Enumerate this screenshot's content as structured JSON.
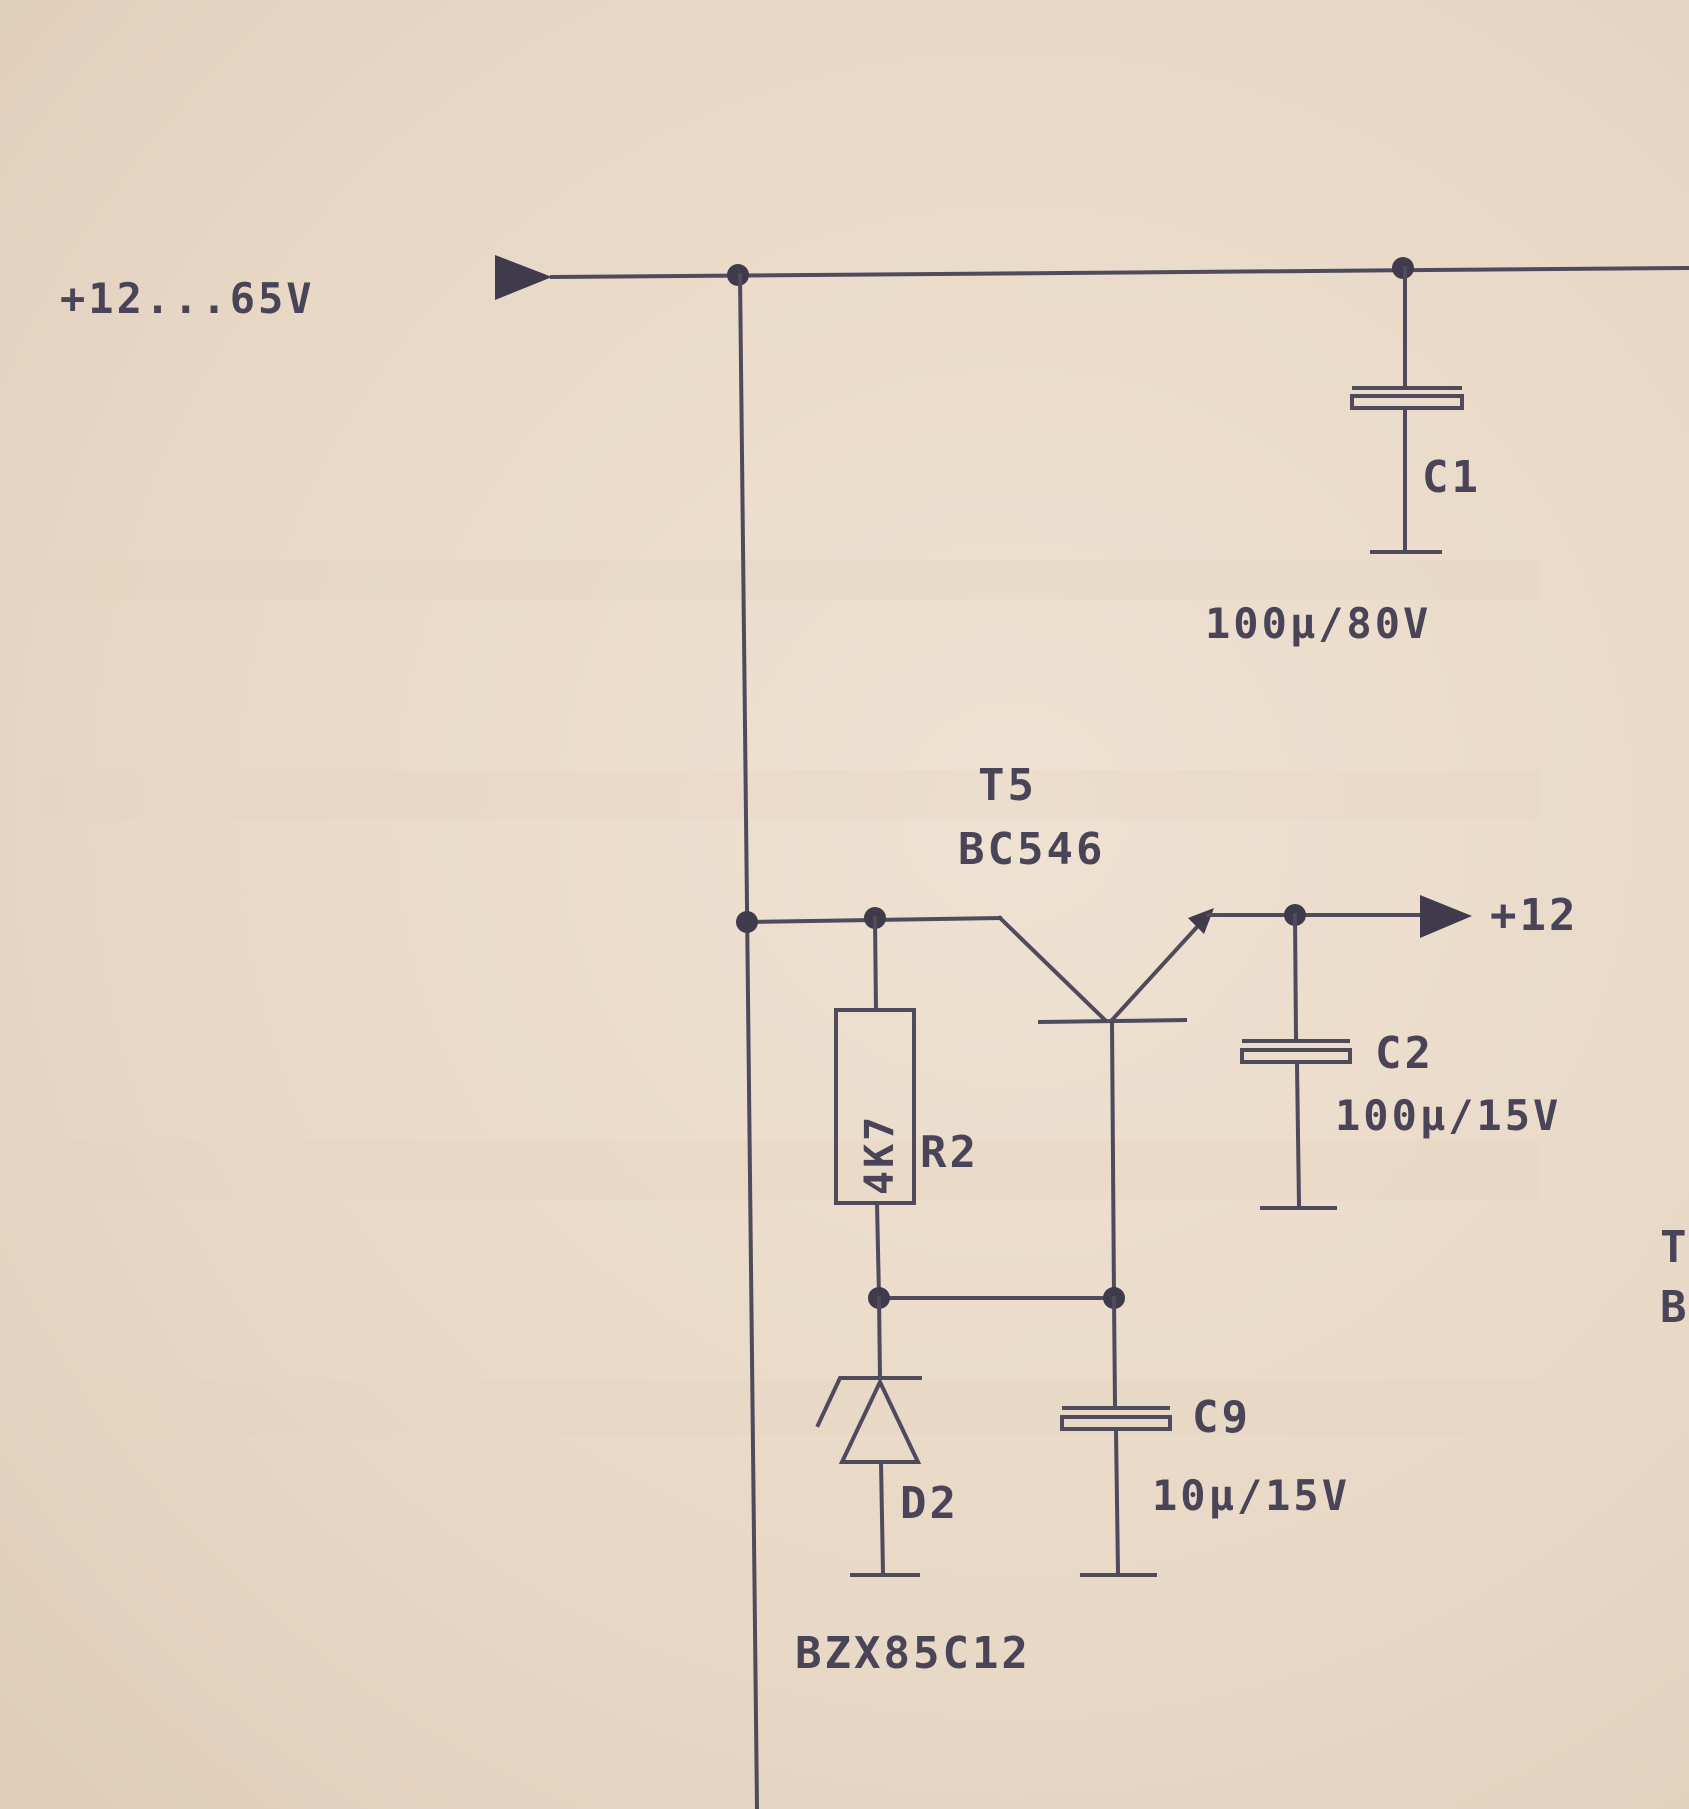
{
  "labels": {
    "supply_in": "+12...65V",
    "c1_name": "C1",
    "c1_value": "100µ/80V",
    "t5_name": "T5",
    "t5_type": "BC546",
    "out_rail": "+12",
    "c2_name": "C2",
    "c2_value": "100µ/15V",
    "r2_value": "4K7",
    "r2_name": "R2",
    "c9_name": "C9",
    "c9_value": "10µ/15V",
    "d2_name": "D2",
    "d2_type": "BZX85C12",
    "edge_t": "T",
    "edge_b": "B"
  }
}
